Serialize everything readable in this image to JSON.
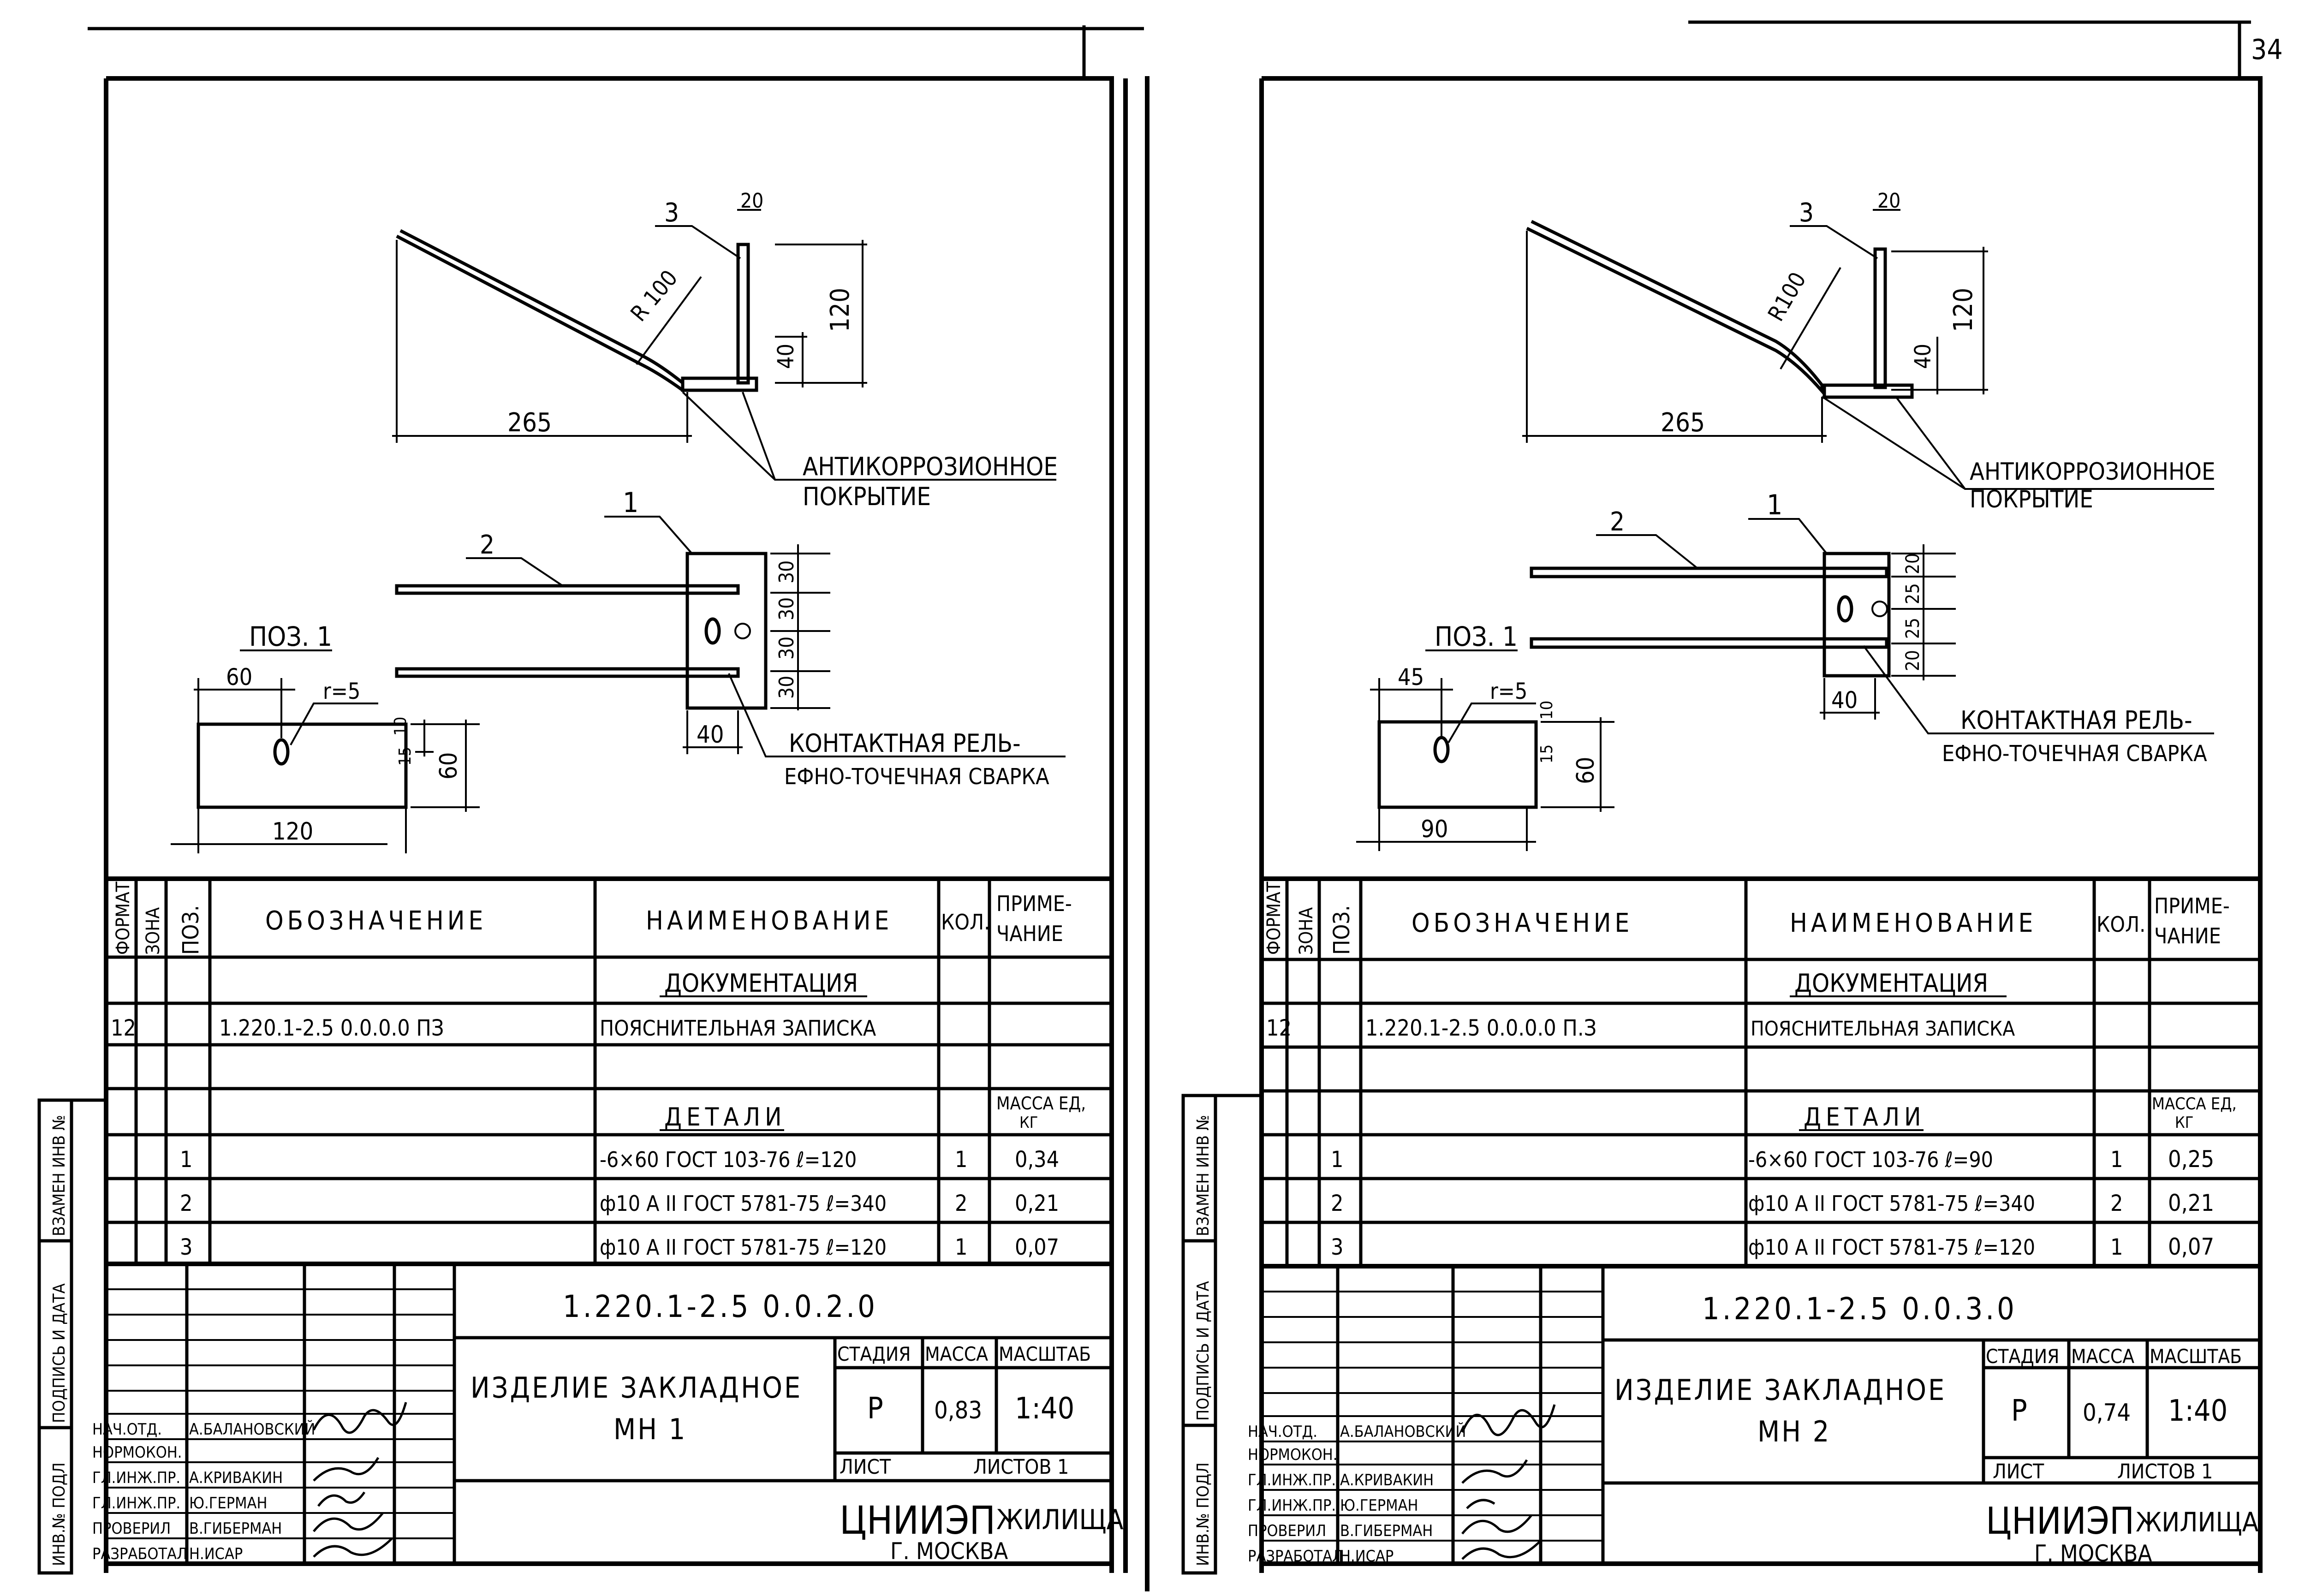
{
  "page_number": "34",
  "sheets": [
    {
      "id": "mn1",
      "drawing": {
        "labels": {
          "pos3": "3",
          "pos2": "2",
          "pos1": "1"
        },
        "dims": {
          "w20": "20",
          "h120": "120",
          "h40": "40",
          "len265": "265",
          "radius": "R 100",
          "d30a": "30",
          "d30b": "30",
          "d30c": "30",
          "d30d": "30",
          "d40": "40"
        },
        "coating": [
          "АНТИКОРРОЗИОННОЕ",
          "ПОКРЫТИЕ"
        ],
        "welding": [
          "КОНТАКТНАЯ РЕЛЬ-",
          "ЕФНО-ТОЧЕЧНАЯ СВАРКА"
        ],
        "detail": {
          "title": "ПОЗ. 1",
          "w_left": "60",
          "hole": "r=5",
          "h10": "10",
          "h15": "15",
          "h60": "60",
          "width": "120"
        }
      },
      "spec": {
        "headers": {
          "format": "ФОРМАТ",
          "zone": "ЗОНА",
          "pos": "ПОЗ.",
          "designation": "ОБОЗНАЧЕНИЕ",
          "name": "НАИМЕНОВАНИЕ",
          "qty": "КОЛ.",
          "note": [
            "ПРИМЕ-",
            "ЧАНИЕ"
          ]
        },
        "section_docs": "ДОКУМЕНТАЦИЯ",
        "doc_row": {
          "format": "12",
          "designation": "1.220.1-2.5 0.0.0.0 ПЗ",
          "name": "ПОЯСНИТЕЛЬНАЯ ЗАПИСКА"
        },
        "section_parts": "ДЕТАЛИ",
        "mass_unit": [
          "МАССА ЕД,",
          "КГ"
        ],
        "rows": [
          {
            "pos": "1",
            "name": "-6×60 ГОСТ 103-76 ℓ=120",
            "qty": "1",
            "mass": "0,34"
          },
          {
            "pos": "2",
            "name": "ф10 A II ГОСТ 5781-75 ℓ=340",
            "qty": "2",
            "mass": "0,21"
          },
          {
            "pos": "3",
            "name": "ф10 A II ГОСТ 5781-75 ℓ=120",
            "qty": "1",
            "mass": "0,07"
          }
        ]
      },
      "title_block": {
        "code": "1.220.1-2.5 0.0.2.0",
        "product": [
          "ИЗДЕЛИЕ ЗАКЛАДНОЕ",
          "МН 1"
        ],
        "stage_h": "СТАДИЯ",
        "mass_h": "МАССА",
        "scale_h": "МАСШТАБ",
        "stage": "Р",
        "mass": "0,83",
        "scale": "1:40",
        "sheet": "ЛИСТ",
        "sheets": "ЛИСТОВ 1",
        "org": "ЦНИИЭП",
        "org2": "ЖИЛИЩА",
        "city": "Г. МОСКВА",
        "roles": [
          "НАЧ.ОТД.",
          "НОРМОКОН.",
          "ГЛ.ИНЖ.ПР.",
          "ГЛ.ИНЖ.ПР.",
          "ПРОВЕРИЛ",
          "РАЗРАБОТАЛ"
        ],
        "names": [
          "А.БАЛАНОВСКИЙ",
          "",
          "А.КРИВАКИН",
          "Ю.ГЕРМАН",
          "В.ГИБЕРМАН",
          "Н.ИСАР"
        ]
      },
      "side_labels": [
        "ВЗАМЕН ИНВ №",
        "ПОДПИСЬ И ДАТА",
        "ИНВ.№ ПОДЛ"
      ]
    },
    {
      "id": "mn2",
      "drawing": {
        "labels": {
          "pos3": "3",
          "pos2": "2",
          "pos1": "1"
        },
        "dims": {
          "w20": "20",
          "h120": "120",
          "h40": "40",
          "len265": "265",
          "radius": "R100",
          "d20a": "20",
          "d25a": "25",
          "d25b": "25",
          "d20b": "20",
          "d40": "40"
        },
        "coating": [
          "АНТИКОРРОЗИОННОЕ",
          "ПОКРЫТИЕ"
        ],
        "welding": [
          "КОНТАКТНАЯ РЕЛЬ-",
          "ЕФНО-ТОЧЕЧНАЯ СВАРКА"
        ],
        "detail": {
          "title": "ПОЗ. 1",
          "w_left": "45",
          "hole": "r=5",
          "h10": "10",
          "h15": "15",
          "h60": "60",
          "width": "90"
        }
      },
      "spec": {
        "headers": {
          "format": "ФОРМАТ",
          "zone": "ЗОНА",
          "pos": "ПОЗ.",
          "designation": "ОБОЗНАЧЕНИЕ",
          "name": "НАИМЕНОВАНИЕ",
          "qty": "КОЛ.",
          "note": [
            "ПРИМЕ-",
            "ЧАНИЕ"
          ]
        },
        "section_docs": "ДОКУМЕНТАЦИЯ",
        "doc_row": {
          "format": "12",
          "designation": "1.220.1-2.5 0.0.0.0 П.З",
          "name": "ПОЯСНИТЕЛЬНАЯ ЗАПИСКА"
        },
        "section_parts": "ДЕТАЛИ",
        "mass_unit": [
          "МАССА ЕД,",
          "КГ"
        ],
        "rows": [
          {
            "pos": "1",
            "name": "-6×60 ГОСТ 103-76 ℓ=90",
            "qty": "1",
            "mass": "0,25"
          },
          {
            "pos": "2",
            "name": "ф10 A II ГОСТ 5781-75 ℓ=340",
            "qty": "2",
            "mass": "0,21"
          },
          {
            "pos": "3",
            "name": "ф10 A II ГОСТ 5781-75 ℓ=120",
            "qty": "1",
            "mass": "0,07"
          }
        ]
      },
      "title_block": {
        "code": "1.220.1-2.5 0.0.3.0",
        "product": [
          "ИЗДЕЛИЕ ЗАКЛАДНОЕ",
          "МН 2"
        ],
        "stage_h": "СТАДИЯ",
        "mass_h": "МАССА",
        "scale_h": "МАСШТАБ",
        "stage": "Р",
        "mass": "0,74",
        "scale": "1:40",
        "sheet": "ЛИСТ",
        "sheets": "ЛИСТОВ 1",
        "org": "ЦНИИЭП",
        "org2": "ЖИЛИЩА",
        "city": "Г. МОСКВА",
        "roles": [
          "НАЧ.ОТД.",
          "НОРМОКОН.",
          "ГЛ.ИНЖ.ПР.",
          "ГЛ.ИНЖ.ПР.",
          "ПРОВЕРИЛ",
          "РАЗРАБОТАЛ"
        ],
        "names": [
          "А.БАЛАНОВСКИЙ",
          "",
          "А.КРИВАКИН",
          "Ю.ГЕРМАН",
          "В.ГИБЕРМАН",
          "Н.ИСАР"
        ]
      },
      "side_labels": [
        "ВЗАМЕН ИНВ №",
        "ПОДПИСЬ И ДАТА",
        "ИНВ.№ ПОДЛ"
      ]
    }
  ]
}
